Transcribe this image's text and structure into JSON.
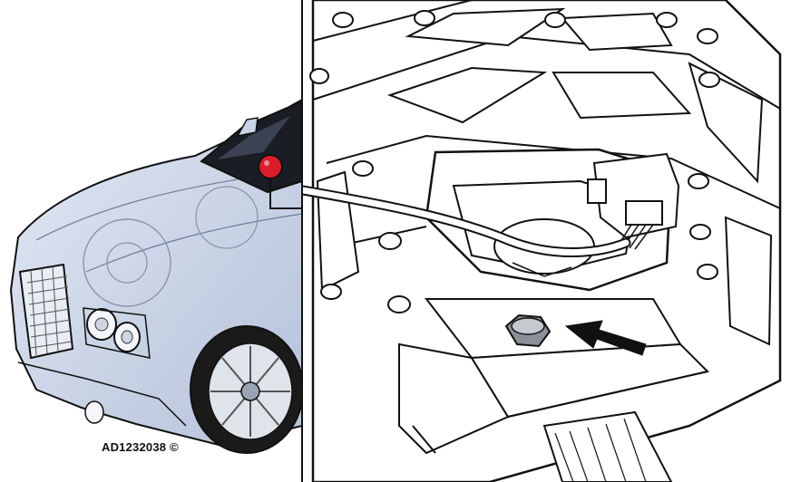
{
  "figure": {
    "caption": "AD1232038 ©",
    "panels": [
      "vehicle-location-view",
      "component-detail-view"
    ]
  },
  "colors": {
    "ink": "#111111",
    "car_body": "#c9d3e6",
    "car_shade": "#a9b6cf",
    "location_marker": "#d81e2a",
    "grille": "#e8ecf3",
    "background": "#ffffff"
  },
  "icons": {
    "location_marker": "red-dot-marker-icon",
    "pointer": "arrow-icon"
  }
}
